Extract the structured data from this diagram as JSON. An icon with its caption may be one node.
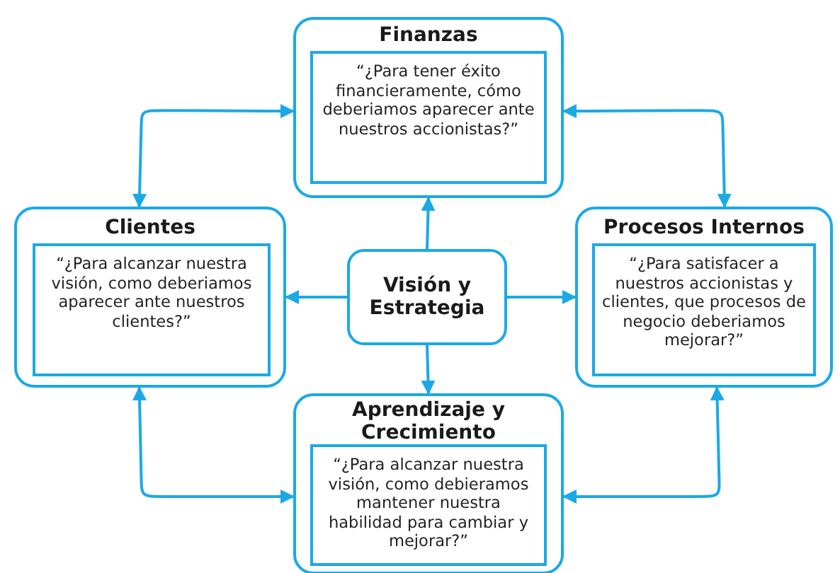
{
  "diagram": {
    "nodes": [
      {
        "text": [
          "Finanzas"
        ]
      },
      {
        "text": [
          "“¿Para tener éxito financieramente, cómo deberiamos aparecer ante nuestros accionistas?”"
        ],
        "in": 0
      },
      {
        "text": [
          "Clientes"
        ]
      },
      {
        "text": [
          "“¿Para alcanzar nuestra visión, como deberiamos aparecer ante nuestros clientes?”"
        ],
        "in": 2
      },
      {
        "text": [
          "Visión y Estrategia"
        ]
      },
      {
        "text": [
          "Procesos Internos"
        ]
      },
      {
        "text": [
          "“¿Para satisfacer a nuestros accionistas y clientes, que procesos de negocio deberiamos mejorar?”"
        ],
        "in": 5
      },
      {
        "text": [
          "Aprendizaje y Crecimiento"
        ]
      },
      {
        "text": [
          "“¿Para alcanzar nuestra visión, como debieramos mantener nuestra habilidad para cambiar y mejorar?”"
        ],
        "in": 7
      }
    ],
    "edges": [
      {
        "from": 4,
        "to": 0,
        "arrow": "to"
      },
      {
        "from": 4,
        "to": 2,
        "arrow": "to"
      },
      {
        "from": 4,
        "to": 5,
        "arrow": "to"
      },
      {
        "from": 4,
        "to": 7,
        "arrow": "to"
      },
      {
        "from": 0,
        "to": 2,
        "arrow": "both"
      },
      {
        "from": 0,
        "to": 5,
        "arrow": "both"
      },
      {
        "from": 2,
        "to": 7,
        "arrow": "both"
      },
      {
        "from": 5,
        "to": 7,
        "arrow": "both"
      }
    ]
  }
}
